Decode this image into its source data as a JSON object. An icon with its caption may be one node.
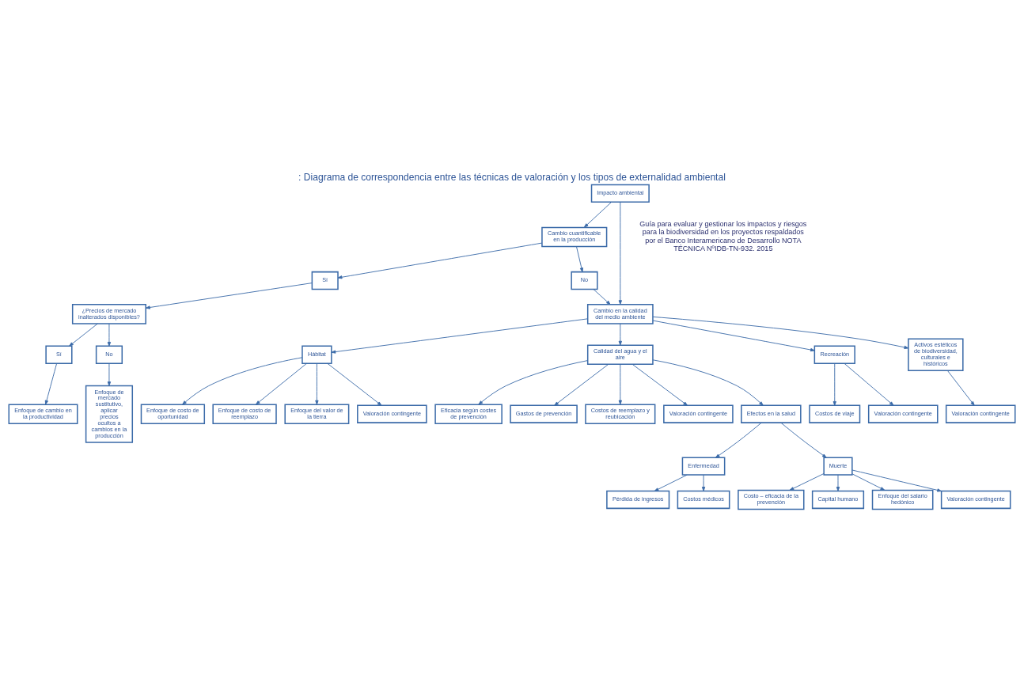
{
  "diagram": {
    "title": ": Diagrama de correspondencia entre las técnicas de valoración y los tipos de externalidad ambiental",
    "nodes": [
      {
        "text": [
          "Impacto ambiental"
        ]
      },
      {
        "text": [
          "Cambio cuantificable en la producción"
        ]
      },
      {
        "text": [
          "Cambio en la calidad del medio ambiente"
        ]
      },
      {
        "text": [
          "Sí"
        ]
      },
      {
        "text": [
          "No"
        ]
      },
      {
        "text": [
          "¿Precios de mercado inalterados disponibles?"
        ]
      },
      {
        "text": [
          "Sí"
        ]
      },
      {
        "text": [
          "No"
        ]
      },
      {
        "text": [
          "Enfoque de cambio en la productividad"
        ]
      },
      {
        "text": [
          "Enfoque de mercado sustitutivo, aplicar precios ocultos a cambios en la producción"
        ]
      },
      {
        "text": [
          "Hábitat"
        ]
      },
      {
        "text": [
          "Enfoque de costo de oportunidad"
        ]
      },
      {
        "text": [
          "Enfoque de costo de reemplazo"
        ]
      },
      {
        "text": [
          "Enfoque del valor de la tierra"
        ]
      },
      {
        "text": [
          "Valoración contingente"
        ]
      },
      {
        "text": [
          "Calidad del agua y el aire"
        ]
      },
      {
        "text": [
          "Eficacia según costes de prevención"
        ]
      },
      {
        "text": [
          "Gastos de prevención"
        ]
      },
      {
        "text": [
          "Costos de reemplazo y reubicación"
        ]
      },
      {
        "text": [
          "Valoración contingente"
        ]
      },
      {
        "text": [
          "Efectos en la salud"
        ]
      },
      {
        "text": [
          "Enfermedad"
        ]
      },
      {
        "text": [
          "Pérdida de ingresos"
        ]
      },
      {
        "text": [
          "Costos médicos"
        ]
      },
      {
        "text": [
          "Muerte"
        ]
      },
      {
        "text": [
          "Costo – eficacia de la prevención"
        ]
      },
      {
        "text": [
          "Capital humano"
        ]
      },
      {
        "text": [
          "Enfoque del salario hedónico"
        ]
      },
      {
        "text": [
          "Valoración contingente"
        ]
      },
      {
        "text": [
          "Recreación"
        ]
      },
      {
        "text": [
          "Costos de viaje"
        ]
      },
      {
        "text": [
          "Valoración contingente"
        ]
      },
      {
        "text": [
          "Activos estéticos de biodiversidad, culturales e históricos"
        ]
      },
      {
        "text": [
          "Valoración contingente"
        ]
      }
    ],
    "edges": [
      {
        "from": 0,
        "to": 1,
        "arrow": "to"
      },
      {
        "from": 0,
        "to": 2,
        "arrow": "to"
      },
      {
        "from": 1,
        "to": 3,
        "arrow": "to"
      },
      {
        "from": 1,
        "to": 4,
        "arrow": "to"
      },
      {
        "from": 4,
        "to": 2,
        "arrow": "to"
      },
      {
        "from": 3,
        "to": 5,
        "arrow": "to"
      },
      {
        "from": 5,
        "to": 6,
        "arrow": "to"
      },
      {
        "from": 5,
        "to": 7,
        "arrow": "to"
      },
      {
        "from": 6,
        "to": 8,
        "arrow": "to"
      },
      {
        "from": 7,
        "to": 9,
        "arrow": "to"
      },
      {
        "from": 2,
        "to": 10,
        "arrow": "to"
      },
      {
        "from": 2,
        "to": 15,
        "arrow": "to"
      },
      {
        "from": 2,
        "to": 29,
        "arrow": "to"
      },
      {
        "from": 2,
        "to": 32,
        "arrow": "to"
      },
      {
        "from": 10,
        "to": 11,
        "arrow": "to"
      },
      {
        "from": 10,
        "to": 12,
        "arrow": "to"
      },
      {
        "from": 10,
        "to": 13,
        "arrow": "to"
      },
      {
        "from": 10,
        "to": 14,
        "arrow": "to"
      },
      {
        "from": 15,
        "to": 16,
        "arrow": "to"
      },
      {
        "from": 15,
        "to": 17,
        "arrow": "to"
      },
      {
        "from": 15,
        "to": 18,
        "arrow": "to"
      },
      {
        "from": 15,
        "to": 19,
        "arrow": "to"
      },
      {
        "from": 15,
        "to": 20,
        "arrow": "to"
      },
      {
        "from": 20,
        "to": 21,
        "arrow": "to"
      },
      {
        "from": 20,
        "to": 24,
        "arrow": "to"
      },
      {
        "from": 21,
        "to": 22,
        "arrow": "to"
      },
      {
        "from": 21,
        "to": 23,
        "arrow": "to"
      },
      {
        "from": 24,
        "to": 25,
        "arrow": "to"
      },
      {
        "from": 24,
        "to": 26,
        "arrow": "to"
      },
      {
        "from": 24,
        "to": 27,
        "arrow": "to"
      },
      {
        "from": 24,
        "to": 28,
        "arrow": "to"
      },
      {
        "from": 29,
        "to": 30,
        "arrow": "to"
      },
      {
        "from": 29,
        "to": 31,
        "arrow": "to"
      },
      {
        "from": 32,
        "to": 33,
        "arrow": "to"
      }
    ],
    "labels": [
      "Guía para evaluar y gestionar los impactos y riesgos para la biodiversidad en los proyectos respaldados por el Banco Interamericano de Desarrollo NOTA TÉCNICA NºIDB-TN-932. 2015"
    ]
  }
}
